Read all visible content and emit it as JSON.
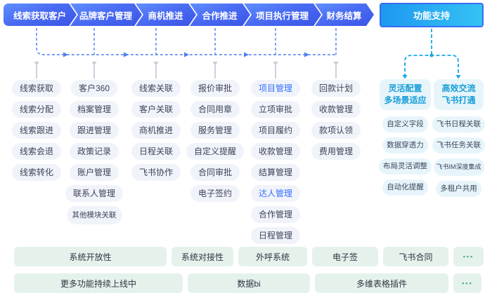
{
  "flow": {
    "stages": [
      {
        "label": "线索获取客户",
        "items": [
          {
            "label": "线索获取"
          },
          {
            "label": "线索分配"
          },
          {
            "label": "线索跟进"
          },
          {
            "label": "线索会退"
          },
          {
            "label": "线索转化"
          }
        ]
      },
      {
        "label": "品牌客户管理",
        "items": [
          {
            "label": "客户360"
          },
          {
            "label": "档案管理"
          },
          {
            "label": "跟进管理"
          },
          {
            "label": "政策记录"
          },
          {
            "label": "账户管理"
          },
          {
            "label": "联系人管理"
          },
          {
            "label": "其他模块关联",
            "small": true
          }
        ]
      },
      {
        "label": "商机推进",
        "items": [
          {
            "label": "线索关联"
          },
          {
            "label": "客户关联"
          },
          {
            "label": "商机推进"
          },
          {
            "label": "日程关联"
          },
          {
            "label": "飞书协作"
          }
        ]
      },
      {
        "label": "合作推进",
        "items": [
          {
            "label": "报价审批"
          },
          {
            "label": "合同用章"
          },
          {
            "label": "服务管理"
          },
          {
            "label": "自定义提醒"
          },
          {
            "label": "合同审批"
          },
          {
            "label": "电子签约"
          }
        ]
      },
      {
        "label": "项目执行管理",
        "items": [
          {
            "label": "项目管理",
            "highlight": true
          },
          {
            "label": "立项审批"
          },
          {
            "label": "项目履约"
          },
          {
            "label": "收款管理"
          },
          {
            "label": "结算管理"
          },
          {
            "label": "达人管理",
            "highlight": true
          },
          {
            "label": "合作管理"
          },
          {
            "label": "日程管理"
          }
        ]
      },
      {
        "label": "财务结算",
        "items": [
          {
            "label": "回款计划"
          },
          {
            "label": "收款管理"
          },
          {
            "label": "款项认领"
          },
          {
            "label": "费用管理"
          }
        ]
      }
    ]
  },
  "support": {
    "title": "功能支持",
    "groups": [
      {
        "header_lines": [
          "灵活配置",
          "多场景适应"
        ],
        "items": [
          {
            "label": "自定义字段"
          },
          {
            "label": "数据穿透力"
          },
          {
            "label": "布局灵活调整"
          },
          {
            "label": "自动化提醒"
          }
        ]
      },
      {
        "header_lines": [
          "高效交流",
          "飞书打通"
        ],
        "items": [
          {
            "label": "飞书日程关联"
          },
          {
            "label": "飞书任务关联"
          },
          {
            "label": "飞书IM深度集成",
            "small": true
          },
          {
            "label": "多租户共用"
          }
        ]
      }
    ]
  },
  "bottom_rows": [
    {
      "items": [
        {
          "label": "系统开放性"
        },
        {
          "label": "系统对接性"
        },
        {
          "label": "外呼系统"
        },
        {
          "label": "电子签"
        },
        {
          "label": "飞书合同"
        },
        {
          "label": "•••",
          "more": true
        }
      ]
    },
    {
      "items": [
        {
          "label": "更多功能持续上线中"
        },
        {
          "label": "数据bi"
        },
        {
          "label": "多维表格插件"
        },
        {
          "label": "•••",
          "more": true
        }
      ]
    }
  ],
  "colors": {
    "flow_gradient_start": "#6190fd",
    "flow_gradient_end": "#3b53e6",
    "support_border": "#3a6cf0",
    "support_fill_start": "#1e98f0",
    "support_fill_end": "#35c2f5",
    "connector_blue": "#4e7df2",
    "connector_cyan": "#17a7e8",
    "connector_gray": "#c6cdda",
    "pill_bg": "#f1f3fa",
    "pill_text": "#3c4358",
    "pill_highlight_text": "#3370ff",
    "support_pill_bg": "#e7f5fb",
    "support_header_text": "#199ed6",
    "bottom_box_bg": "#e5f2ec",
    "bottom_text": "#2e3440",
    "more_dots": "#3fb18d"
  }
}
